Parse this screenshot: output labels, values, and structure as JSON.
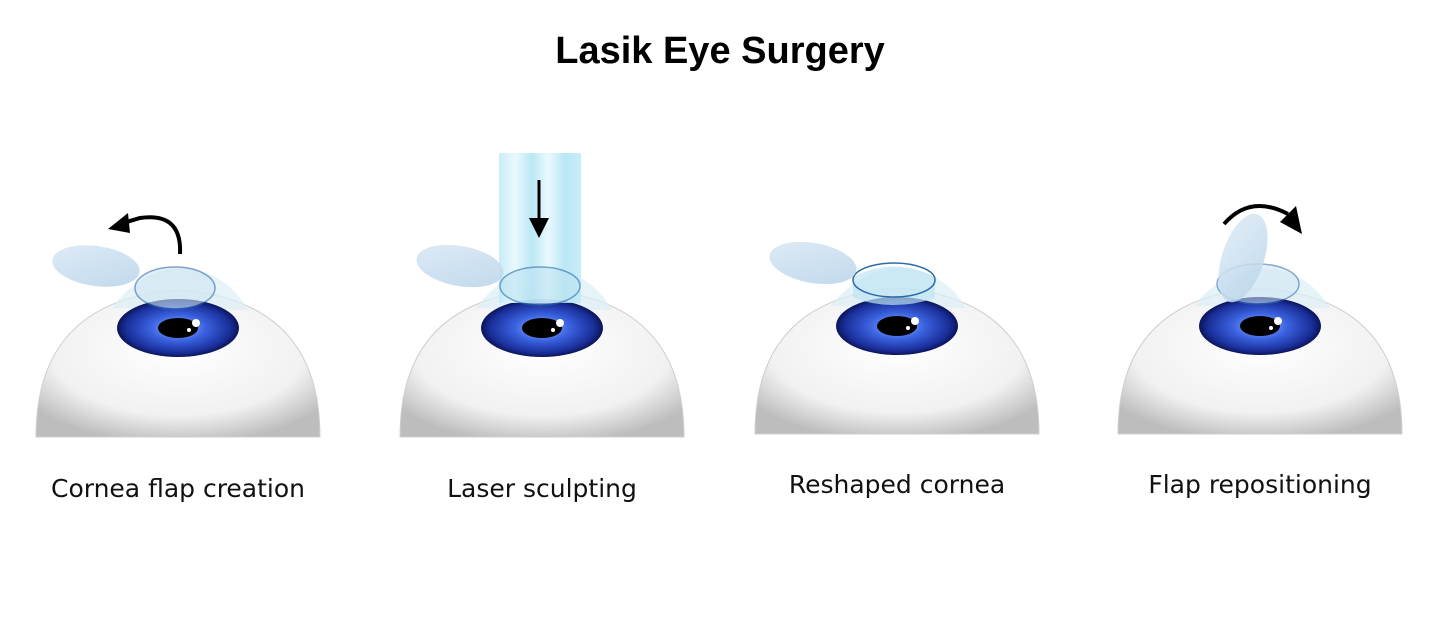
{
  "title": "Lasik Eye Surgery",
  "steps": [
    {
      "label": "Cornea flap creation"
    },
    {
      "label": "Laser sculpting"
    },
    {
      "label": "Reshaped cornea"
    },
    {
      "label": "Flap repositioning"
    }
  ],
  "colors": {
    "iris_outer": "#0f1f6e",
    "iris_mid": "#2a4fd0",
    "iris_inner": "#7fa0ff",
    "pupil": "#000000",
    "laser": "#aee6f5",
    "flap": "#c9dff0",
    "arrow": "#000000"
  },
  "icons": {
    "flap_open_arrow": "curved-arrow-left-icon",
    "laser_down_arrow": "arrow-down-icon",
    "flap_close_arrow": "curved-arrow-right-icon"
  }
}
